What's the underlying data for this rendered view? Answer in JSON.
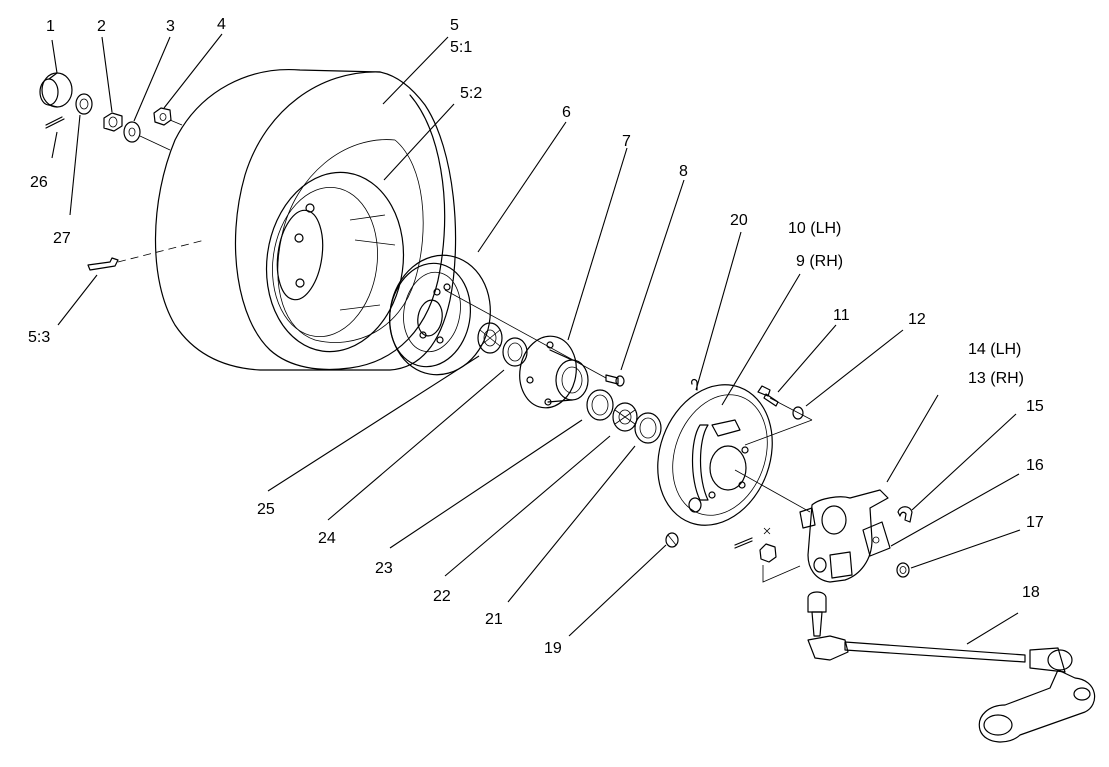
{
  "callouts": {
    "c1": "1",
    "c2": "2",
    "c3": "3",
    "c4": "4",
    "c5": "5",
    "c5_1": "5:1",
    "c5_2": "5:2",
    "c5_3": "5:3",
    "c6": "6",
    "c7": "7",
    "c8": "8",
    "c9": "9  (RH)",
    "c10": "10 (LH)",
    "c11": "11",
    "c12": "12",
    "c13": "13  (RH)",
    "c14": "14 (LH)",
    "c15": "15",
    "c16": "16",
    "c17": "17",
    "c18": "18",
    "c19": "19",
    "c20": "20",
    "c21": "21",
    "c22": "22",
    "c23": "23",
    "c24": "24",
    "c25": "25",
    "c26": "26",
    "c27": "27"
  }
}
